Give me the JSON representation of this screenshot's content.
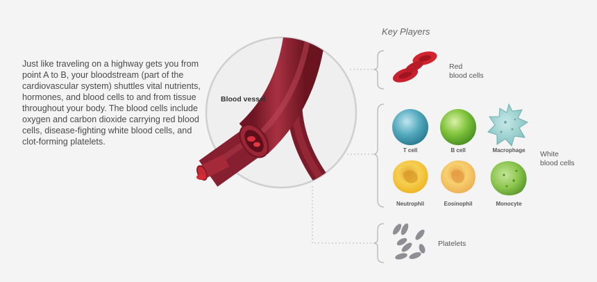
{
  "intro_text": "Just like traveling on a highway gets you from point A to B, your bloodstream (part of the cardiovascular system) shuttles vital nutrients, hormones, and blood cells to and from tissue throughout your body. The blood cells include oxygen and carbon dioxide carrying red blood cells, disease-fighting white blood cells, and clot-forming platelets.",
  "vessel_label": "Blood vessel",
  "key_players_title": "Key Players",
  "red_cells_label_line1": "Red",
  "red_cells_label_line2": "blood cells",
  "white_cells_label_line1": "White",
  "white_cells_label_line2": "blood cells",
  "platelets_label": "Platelets",
  "cells": {
    "t_cell": "T cell",
    "b_cell": "B cell",
    "macrophage": "Macrophage",
    "neutrophil": "Neutrophil",
    "eosinophil": "Eosinophil",
    "monocyte": "Monocyte"
  },
  "colors": {
    "background": "#f4f4f4",
    "vessel": "#8c2232",
    "red_cell": "#c8202e",
    "t_cell": "#4da5b8",
    "b_cell": "#7cbf3a",
    "macrophage": "#8fc9c9",
    "neutrophil": "#f2c12e",
    "eosinophil": "#f0b04a",
    "monocyte": "#86c34a",
    "platelet": "#8e8e94"
  }
}
